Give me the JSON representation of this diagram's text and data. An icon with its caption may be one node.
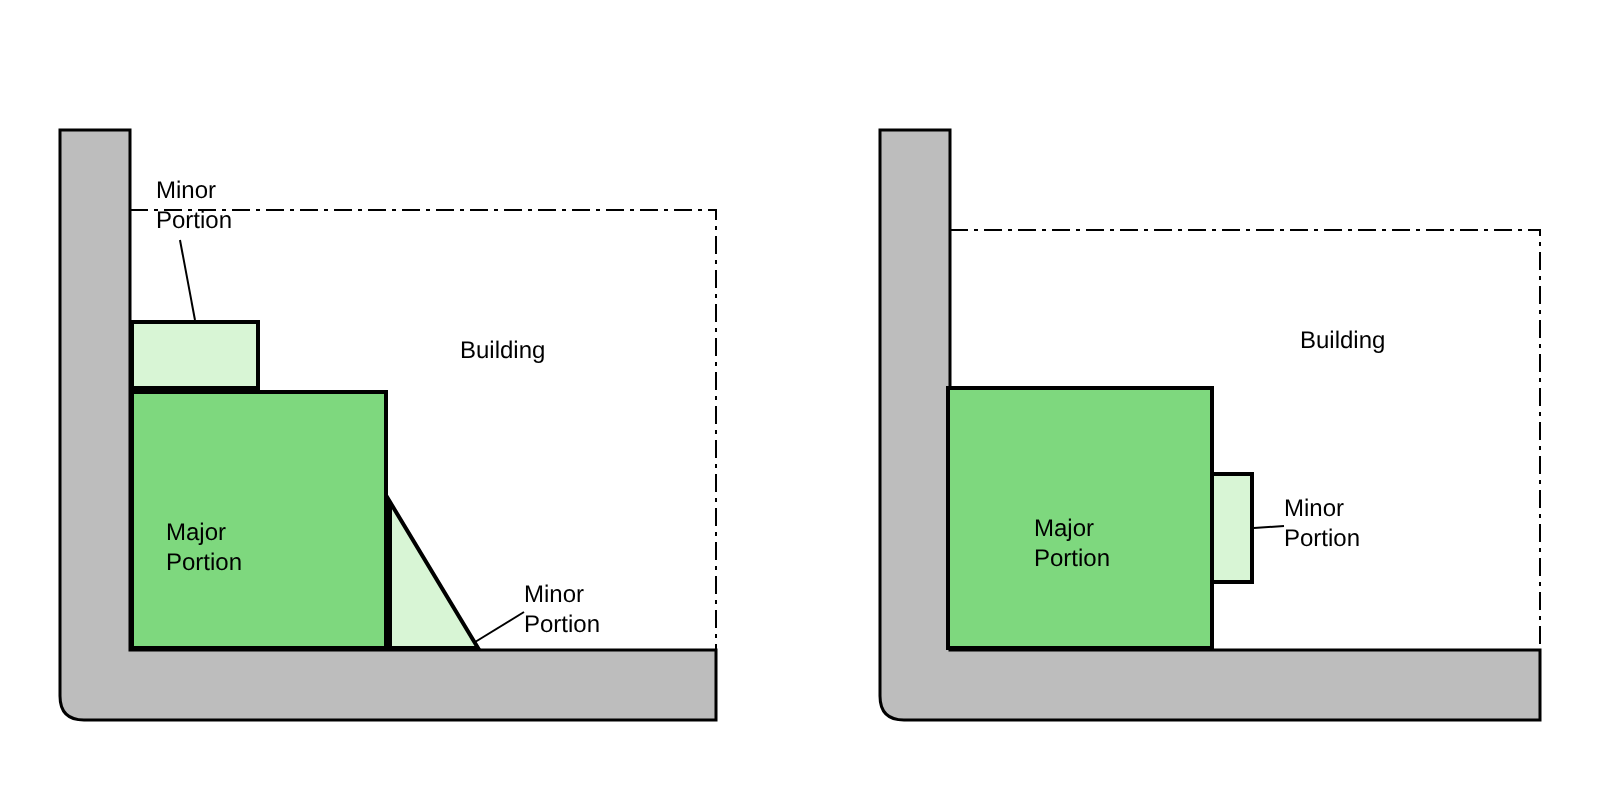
{
  "diagram": {
    "nodes": [
      {
        "text": [
          "Building"
        ]
      },
      {
        "text": [
          "Minor Portion"
        ]
      },
      {
        "text": [],
        "shape": "box",
        "in": 0
      },
      {
        "text": [
          "Major Portion"
        ],
        "in": 0
      },
      {
        "text": [],
        "shape": "triangle",
        "in": 0
      },
      {
        "text": [
          "Minor Portion"
        ],
        "in": 0
      },
      {
        "text": [
          "Building"
        ]
      },
      {
        "text": [
          "Major Portion"
        ],
        "in": 6
      },
      {
        "text": [],
        "shape": "box",
        "in": 6
      },
      {
        "text": [
          "Minor Portion"
        ],
        "in": 6
      }
    ],
    "edges": [
      {
        "from": 1,
        "to": 2,
        "arrow": "none"
      },
      {
        "from": 5,
        "to": 4,
        "arrow": "none"
      },
      {
        "from": 9,
        "to": 8,
        "arrow": "none"
      }
    ]
  }
}
